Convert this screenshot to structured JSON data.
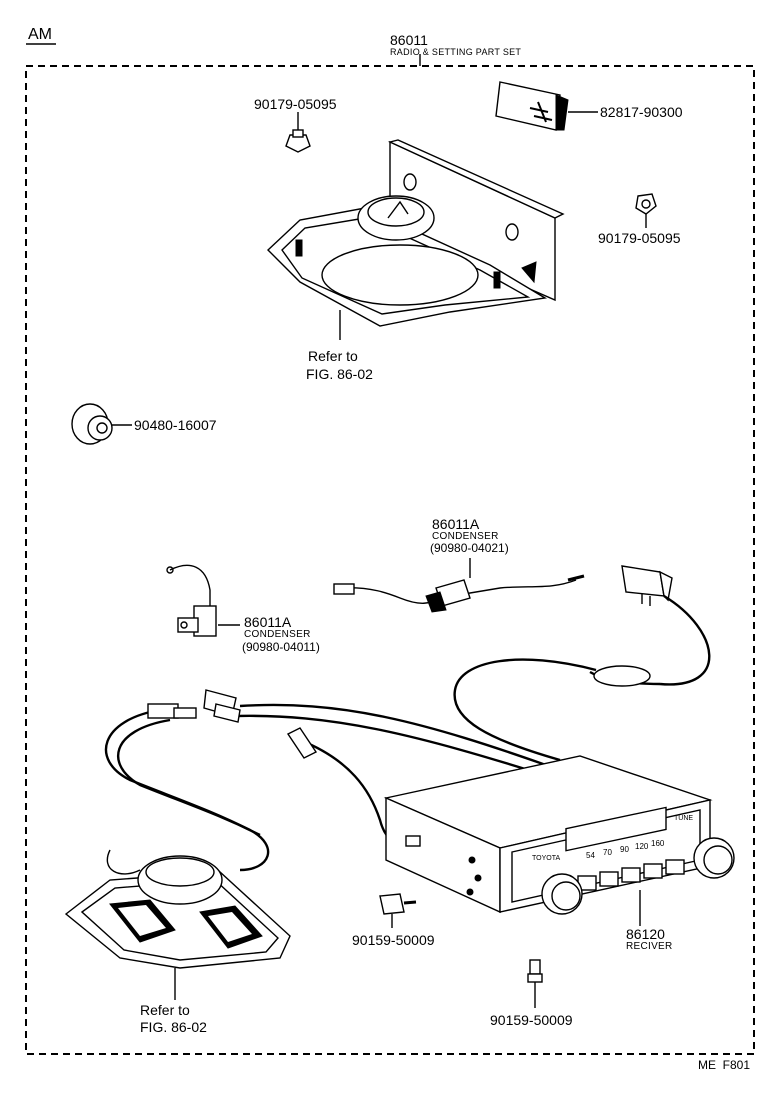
{
  "section_code": "AM",
  "set": {
    "number": "86011",
    "name": "RADIO & SETTING PART SET"
  },
  "parts": {
    "nut_top": "90179-05095",
    "label_plate": "82817-90300",
    "nut_right": "90179-05095",
    "grommet": "90480-16007",
    "condenser_upper": {
      "number": "86011A",
      "name": "CONDENSER",
      "sub": "(90980-04021)"
    },
    "condenser_left": {
      "number": "86011A",
      "name": "CONDENSER",
      "sub": "(90980-04011)"
    },
    "screw_left": "90159-50009",
    "screw_bottom": "90159-50009",
    "receiver": {
      "number": "86120",
      "name": "RECIVER"
    }
  },
  "refs": {
    "upper": {
      "line1": "Refer to",
      "line2": "FIG. 86-02"
    },
    "lower": {
      "line1": "Refer to",
      "line2": "FIG. 86-02"
    }
  },
  "radio_dial": [
    "54",
    "70",
    "90",
    "120",
    "160"
  ],
  "radio_brand": "TOYOTA",
  "radio_tune": "TUNE",
  "figure_code": "ME  F801"
}
